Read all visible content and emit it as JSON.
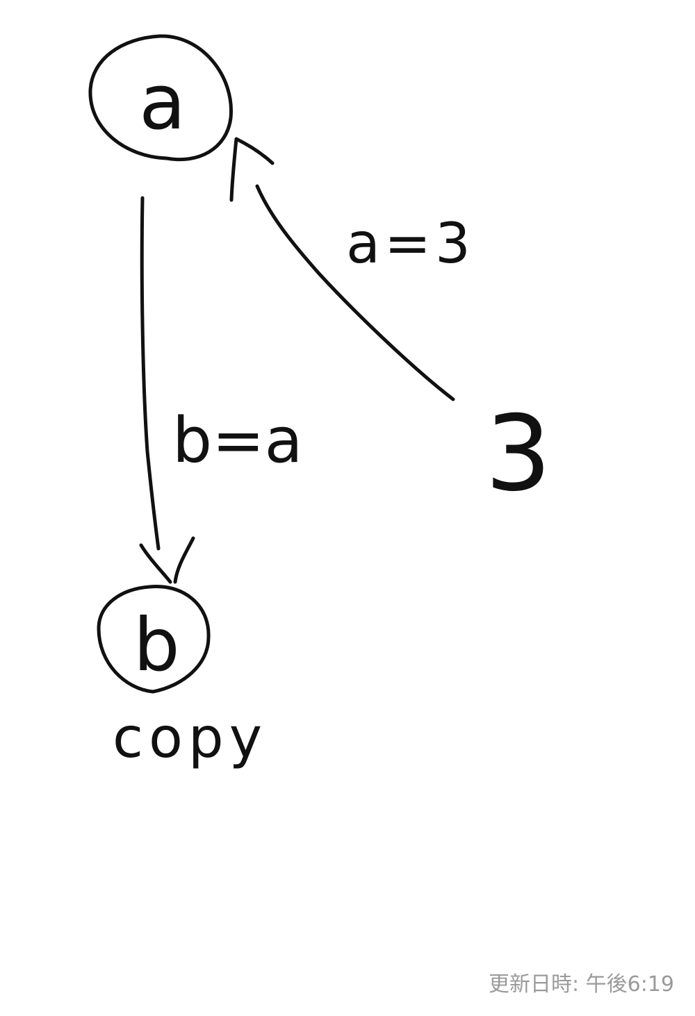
{
  "nodes": {
    "a": {
      "label": "a"
    },
    "b": {
      "label": "b",
      "note": "copy"
    },
    "three": {
      "label": "3"
    }
  },
  "edges": {
    "a_to_b": {
      "label": "b=a"
    },
    "three_to_a": {
      "label": "a=3"
    }
  },
  "footer": {
    "updated": "更新日時: 午後6:19"
  }
}
